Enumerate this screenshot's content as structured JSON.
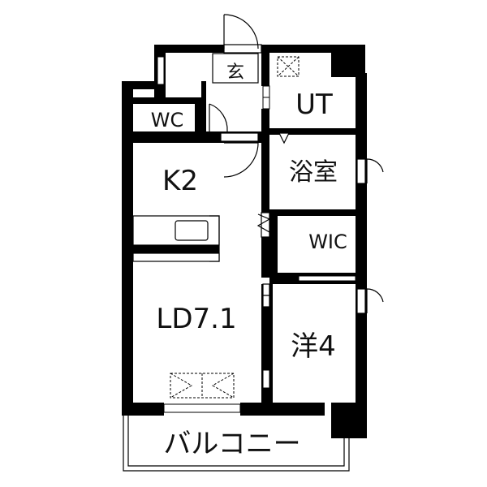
{
  "floor_plan": {
    "rooms": {
      "entrance": "玄",
      "utility": "UT",
      "toilet": "WC",
      "kitchen": "K2",
      "bathroom": "浴室",
      "walk_in_closet": "WIC",
      "living_dining": "LD7.1",
      "western_room": "洋4",
      "balcony": "バルコニー"
    },
    "colors": {
      "wall": "#000000",
      "background": "#ffffff"
    }
  }
}
